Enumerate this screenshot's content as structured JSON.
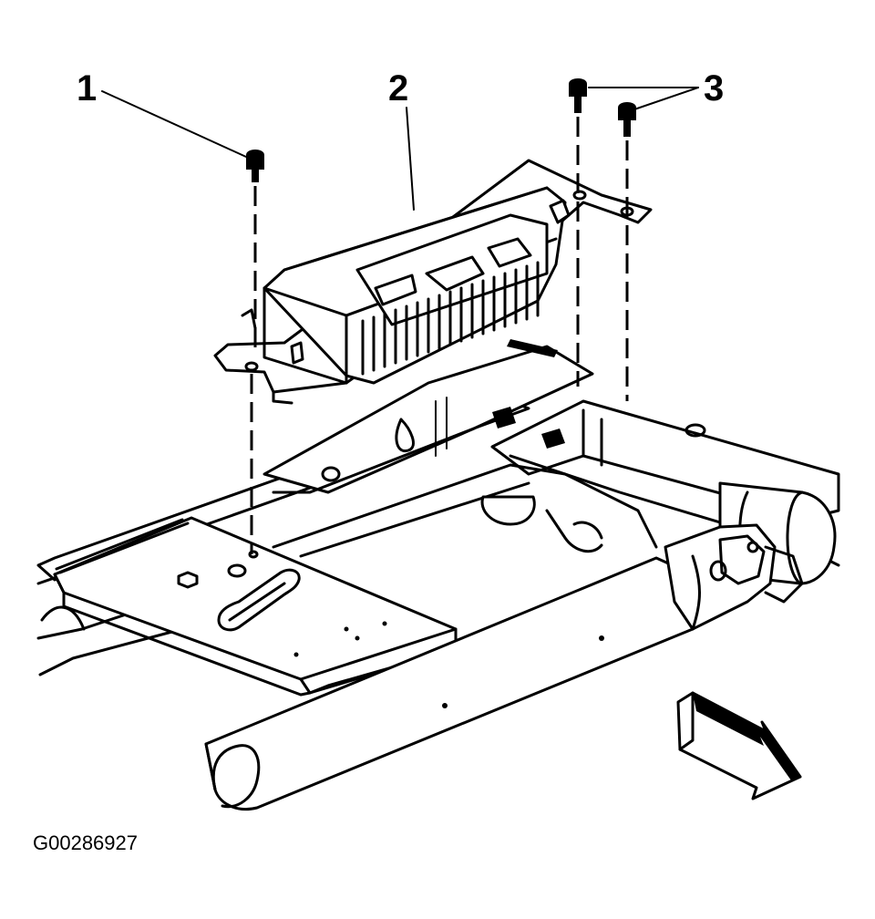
{
  "callouts": [
    {
      "id": "1",
      "label": "1"
    },
    {
      "id": "2",
      "label": "2"
    },
    {
      "id": "3",
      "label": "3"
    }
  ],
  "figure_id": "G00286927",
  "icons": [
    "bolt-icon",
    "module-icon",
    "front-direction-arrow-icon"
  ]
}
